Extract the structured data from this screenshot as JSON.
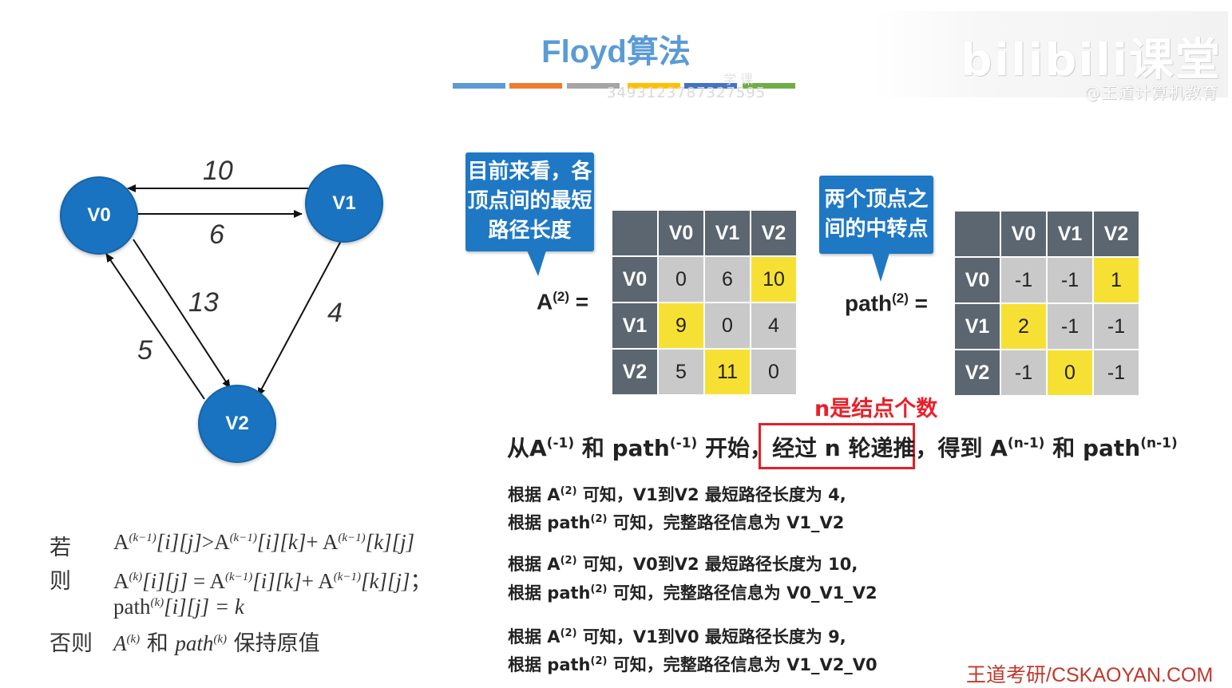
{
  "title": "Floyd算法",
  "colorbar": [
    "#5b9bd5",
    "#ed7d31",
    "#a5a5a5",
    "#ffc000",
    "#4472c4",
    "#70ad47"
  ],
  "watermark": {
    "id": "3493123787327595",
    "mid": "学 课"
  },
  "logo": {
    "brand": "bilibili课堂",
    "sub": "@王道计算机教育"
  },
  "graph": {
    "nodes": [
      "V0",
      "V1",
      "V2"
    ],
    "weights": {
      "v1_v0": "10",
      "v0_v1": "6",
      "v0_v2": "13",
      "v1_v2": "4",
      "v2_v0": "5"
    }
  },
  "callout_a": "目前来看，各\n顶点间的最短\n路径长度",
  "callout_path": "两个顶点之\n间的中转点",
  "matrix_a": {
    "label": "A",
    "sup": "(2)",
    "headers": [
      "V0",
      "V1",
      "V2"
    ],
    "rows": [
      {
        "h": "V0",
        "c": [
          "0",
          "6",
          "10"
        ]
      },
      {
        "h": "V1",
        "c": [
          "9",
          "0",
          "4"
        ]
      },
      {
        "h": "V2",
        "c": [
          "5",
          "11",
          "0"
        ]
      }
    ]
  },
  "matrix_path": {
    "label": "path",
    "sup": "(2)",
    "headers": [
      "V0",
      "V1",
      "V2"
    ],
    "rows": [
      {
        "h": "V0",
        "c": [
          "-1",
          "-1",
          "1"
        ]
      },
      {
        "h": "V1",
        "c": [
          "2",
          "-1",
          "-1"
        ]
      },
      {
        "h": "V2",
        "c": [
          "-1",
          "0",
          "-1"
        ]
      }
    ]
  },
  "eq_sign": "=",
  "red_label": "n是结点个数",
  "main_line": {
    "p1": "从A",
    "s1": "(-1)",
    "p2": " 和 path",
    "s2": "(-1)",
    "p3": " 开始，",
    "boxed": "经过 n 轮递推",
    "p4": "，得到 A",
    "s3": "(n-1)",
    "p5": " 和 path",
    "s4": "(n-1)"
  },
  "notes": [
    {
      "a": "根据 A",
      "sup": "(2)",
      "b": " 可知，V1到V2 最短路径长度为 4,"
    },
    {
      "a": "根据 path",
      "sup": "(2)",
      "b": "  可知，完整路径信息为 V1_V2"
    },
    {
      "a": "根据 A",
      "sup": "(2)",
      "b": " 可知，V0到V2 最短路径长度为 10,"
    },
    {
      "a": "根据 path",
      "sup": "(2)",
      "b": "  可知，完整路径信息为 V0_V1_V2"
    },
    {
      "a": "根据 A",
      "sup": "(2)",
      "b": " 可知，V1到V0 最短路径长度为 9,"
    },
    {
      "a": "根据 path",
      "sup": "(2)",
      "b": "  可知，完整路径信息为 V1_V2_V0"
    }
  ],
  "rules": {
    "if_kw": "若",
    "then_kw": "则",
    "else_kw": "否则",
    "sup_km1": "(k−1)",
    "sup_k": "(k)",
    "A": "A",
    "idx_ij": "[i][j]",
    "idx_ik": "[i][k]",
    "idx_kj": "[k][j]",
    "gt": ">",
    "plus": "+ ",
    "eq": " = ",
    "semi": "；",
    "path": "path",
    "eq_k": " = k",
    "A_it": "A",
    "and_kw": " 和 ",
    "path_it": "path",
    "keep": " 保持原值"
  },
  "footer": "王道考研/CSKAOYAN.COM"
}
